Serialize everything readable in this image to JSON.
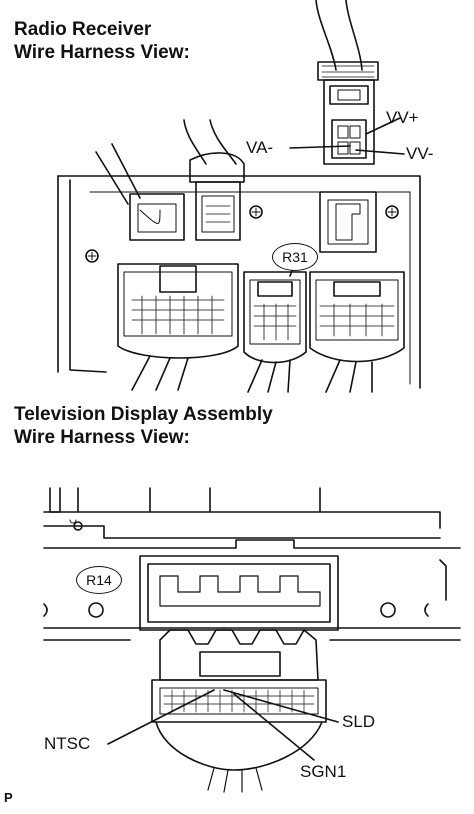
{
  "radio_section": {
    "title_line1": "Radio Receiver",
    "title_line2": "Wire Harness View:",
    "connector_label": "R31",
    "pins": {
      "vv_plus": "VV+",
      "va_minus": "VA-",
      "vv_minus": "VV-"
    }
  },
  "tv_section": {
    "title_line1": "Television Display Assembly",
    "title_line2": "Wire Harness View:",
    "connector_label": "R14",
    "pins": {
      "ntsc": "NTSC",
      "sld": "SLD",
      "sgn1": "SGN1"
    }
  },
  "footer_mark": "P"
}
